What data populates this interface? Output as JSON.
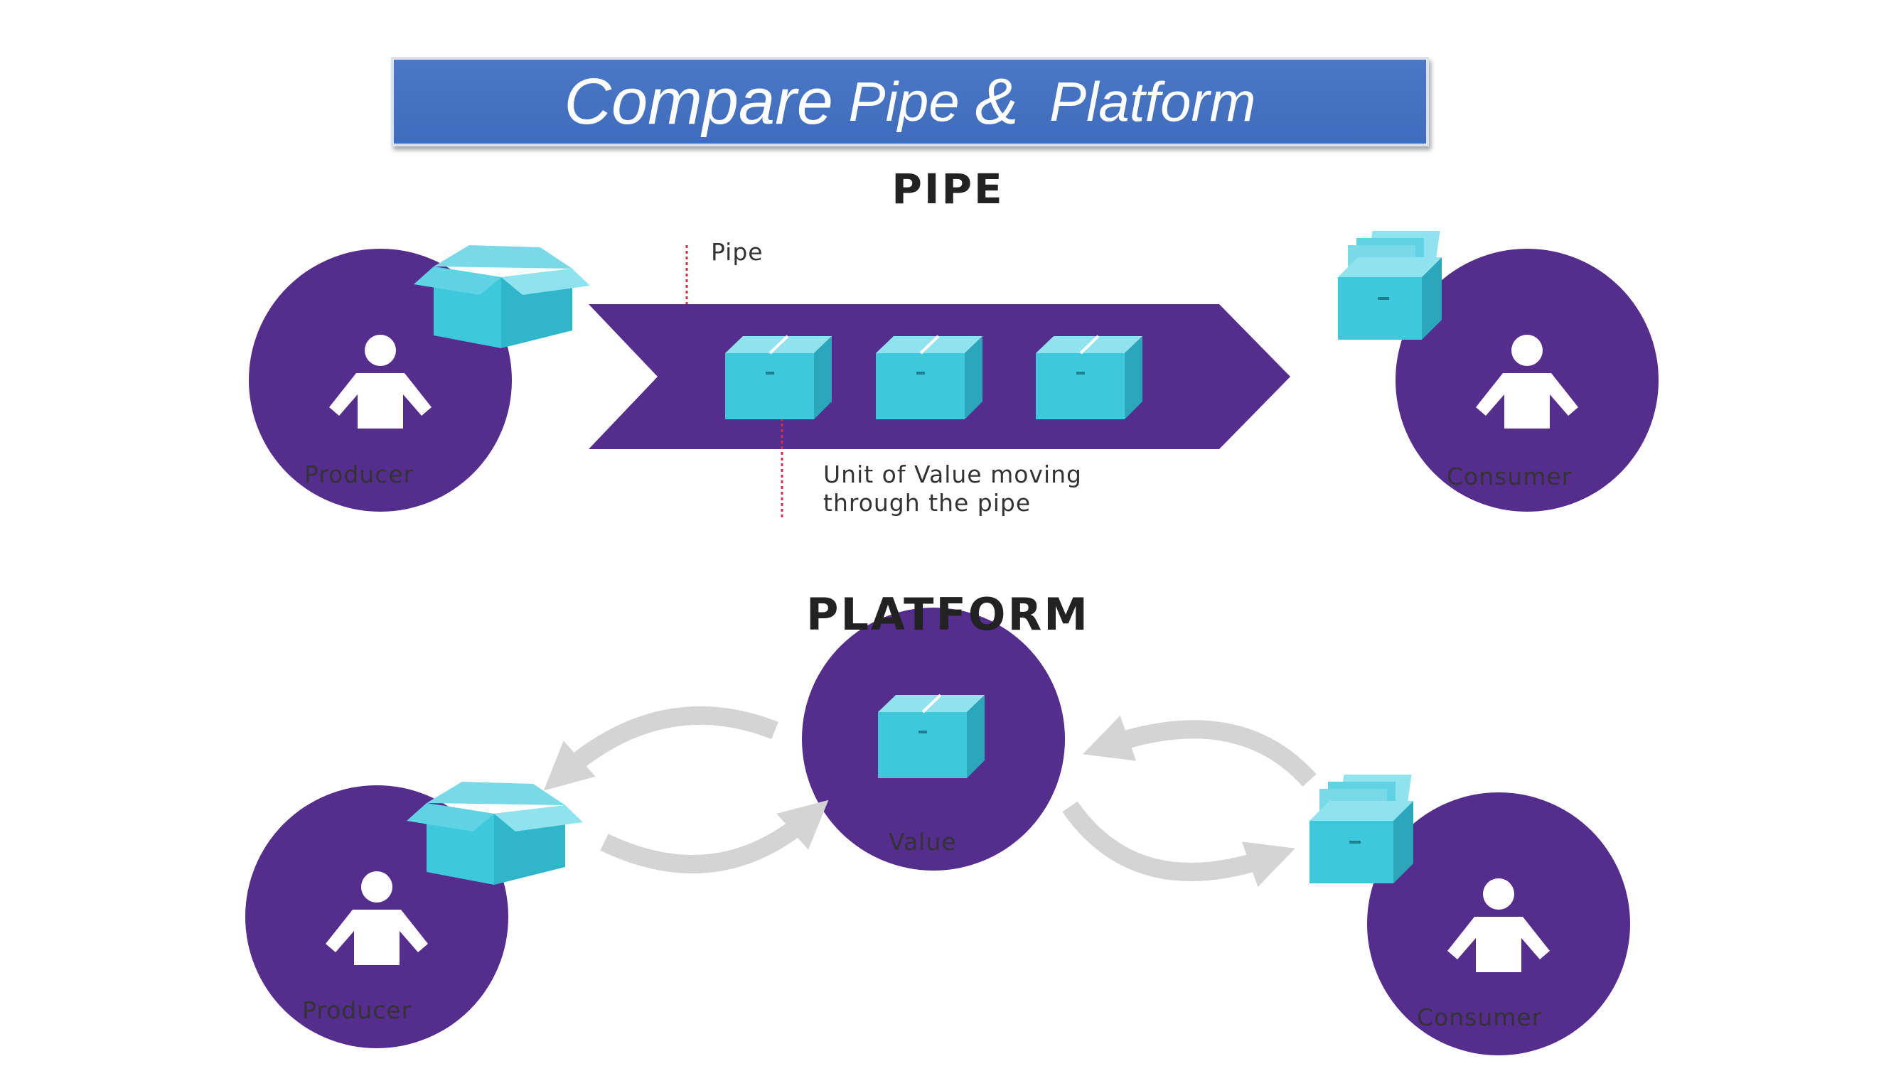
{
  "title": {
    "part1": "Compare",
    "part2": " Pipe ",
    "part3": "&",
    "part4": "  Platform"
  },
  "pipe_section": {
    "heading": "PIPE",
    "pipe_label": "Pipe",
    "producer_label": "Producer",
    "consumer_label": "Consumer",
    "unit_label_line1": "Unit of Value moving",
    "unit_label_line2": "through the pipe"
  },
  "platform_section": {
    "heading": "PLATFORM",
    "value_label": "Value",
    "producer_label": "Producer",
    "consumer_label": "Consumer"
  },
  "colors": {
    "banner": "#4472c4",
    "purple": "#552d8c",
    "cyan": "#3dc8db",
    "arrow_gray": "#d4d4d4",
    "marker_red": "#d0324a"
  },
  "icons": [
    "person-icon",
    "box-icon",
    "stacked-boxes-icon",
    "circular-arrow-icon"
  ]
}
